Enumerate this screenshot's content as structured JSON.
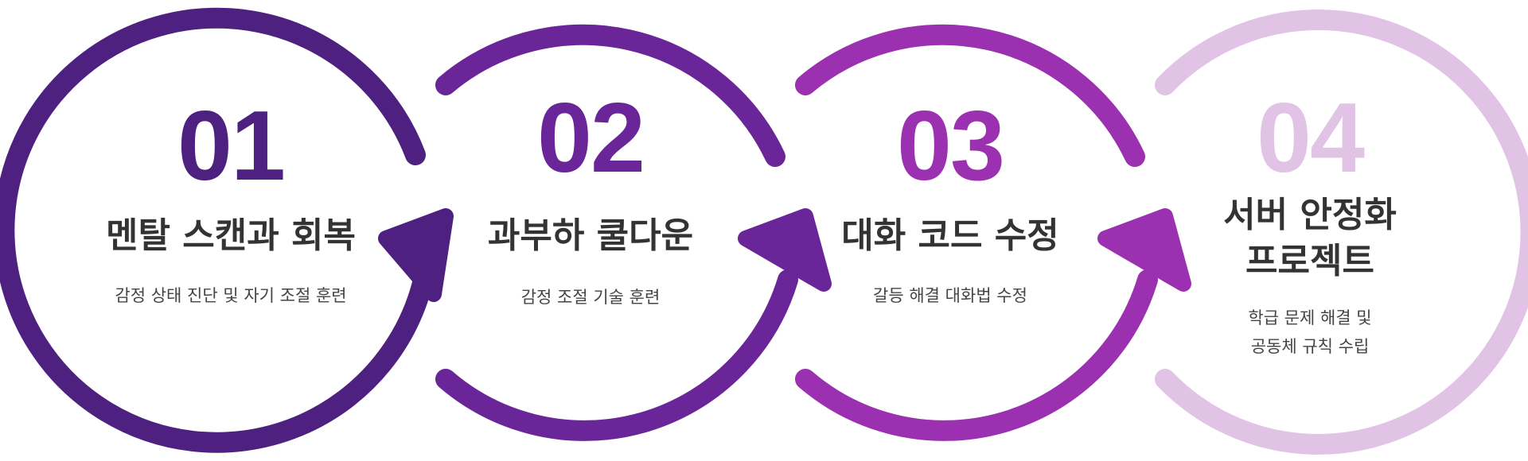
{
  "steps": [
    {
      "number": "01",
      "title": "멘탈 스캔과 회복",
      "description": "감정 상태 진단 및 자기 조절 훈련",
      "color": "#4e2080"
    },
    {
      "number": "02",
      "title": "과부하 쿨다운",
      "description": "감정 조절 기술 훈련",
      "color": "#6a2699"
    },
    {
      "number": "03",
      "title": "대화 코드 수정",
      "description": "갈등 해결 대화법 수정",
      "color": "#9b31b0"
    },
    {
      "number": "04",
      "title": "서버 안정화\n프로젝트",
      "description": "학급 문제 해결 및\n공동체 규칙 수립",
      "color": "#e1c3e6"
    }
  ]
}
